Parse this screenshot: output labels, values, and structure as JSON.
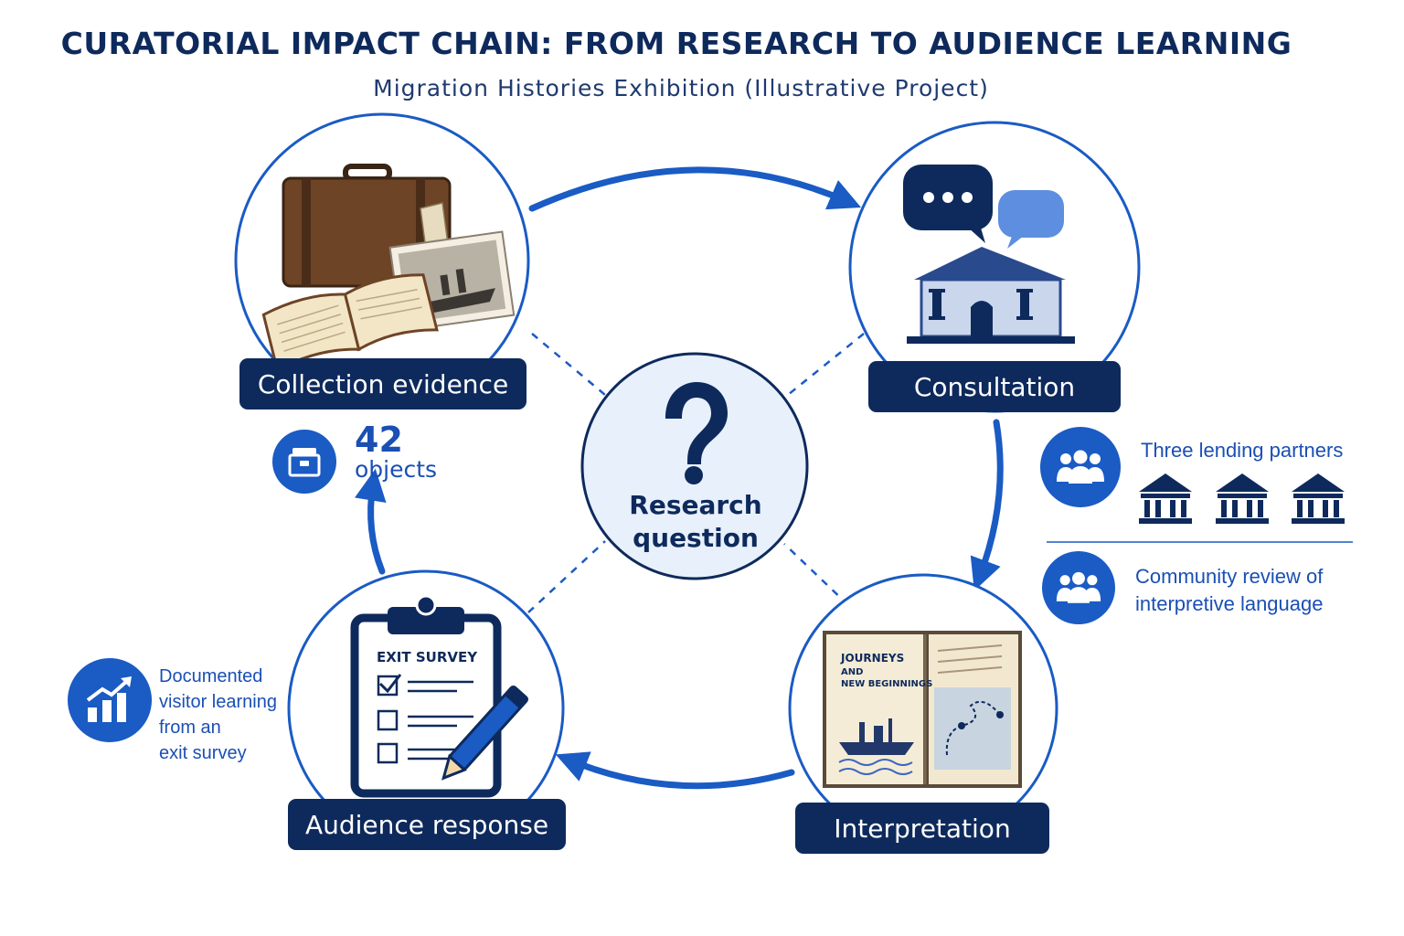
{
  "header": {
    "title": "CURATORIAL IMPACT CHAIN: FROM RESEARCH TO AUDIENCE LEARNING",
    "subtitle": "Migration Histories Exhibition (Illustrative Project)"
  },
  "center": {
    "line1": "Research",
    "line2": "question",
    "icon": "question-mark-icon"
  },
  "stages": {
    "collection": {
      "label": "Collection evidence",
      "icon": "suitcase-and-photo-icon"
    },
    "consultation": {
      "label": "Consultation",
      "icon": "speech-bubbles-museum-icon"
    },
    "interpretation": {
      "label": "Interpretation",
      "icon": "open-book-icon"
    },
    "audience": {
      "label": "Audience response",
      "icon": "clipboard-survey-icon"
    }
  },
  "book": {
    "title_line1": "JOURNEYS",
    "title_line2": "AND",
    "title_line3": "NEW BEGINNINGS"
  },
  "survey": {
    "title": "EXIT SURVEY"
  },
  "callouts": {
    "objects": {
      "number": "42",
      "unit": "objects",
      "icon": "archive-box-icon"
    },
    "partners": {
      "text": "Three lending partners",
      "icon": "people-group-icon"
    },
    "community": {
      "line1": "Community review of",
      "line2": "interpretive language",
      "icon": "people-group-icon"
    },
    "learning": {
      "line1": "Documented",
      "line2": "visitor learning",
      "line3": "from an",
      "line4": "exit survey",
      "icon": "growth-chart-icon"
    }
  },
  "colors": {
    "navy": "#0e2a5c",
    "accent": "#1a5bc4",
    "center_fill": "#e8f0fb"
  }
}
